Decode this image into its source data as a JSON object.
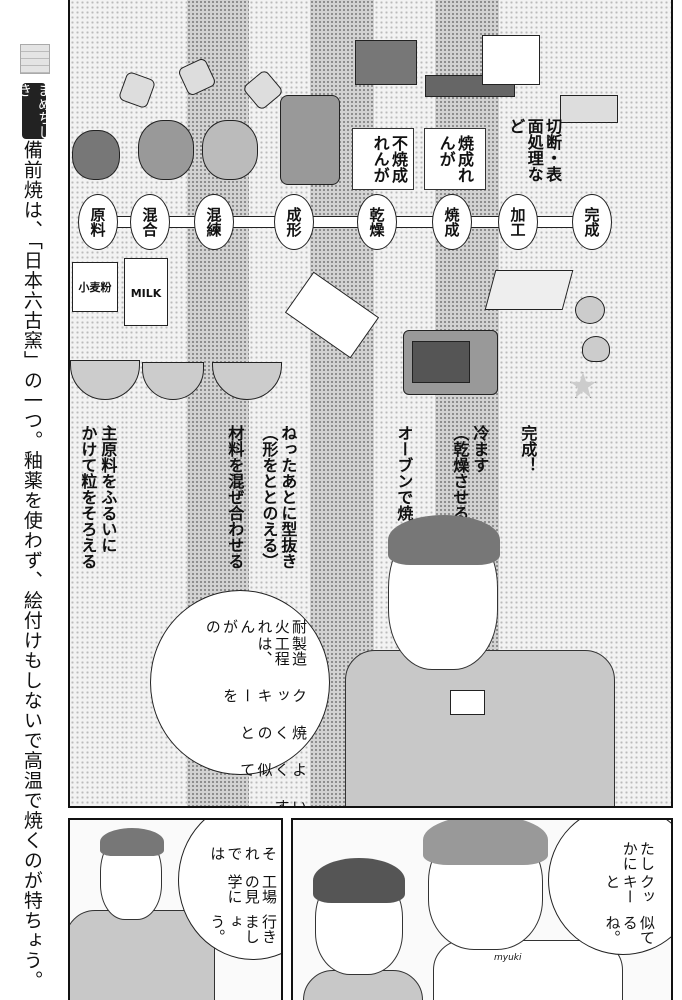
{
  "sidebar": {
    "badge": "まめちしき",
    "text": "備前焼は、「日本六古窯」の一つ。釉薬を使わず、絵付けもしないで高温で焼くのが特ちょう。"
  },
  "flow": {
    "steps": [
      "原料",
      "混合",
      "混練",
      "成形",
      "乾燥",
      "焼成",
      "加工",
      "完成"
    ]
  },
  "brick_labels": {
    "unfired": "不焼成れんが",
    "fired": "焼成れんが",
    "processing": "切断・表面処理など"
  },
  "cookie_labels": {
    "flour": "小麦粉",
    "milk": "MILK"
  },
  "cookie_steps": {
    "sift_1": "主原料をふるいに",
    "sift_2": "かけて粒をそろえる",
    "mix": "材料を混ぜ合わせる",
    "cut_1": "ねったあとに型抜き",
    "cut_2": "（形をととのえる）",
    "bake": "オーブンで焼く",
    "cool_1": "冷ます",
    "cool_2": "（乾燥させる）",
    "done": "完成！"
  },
  "dialogue": {
    "staff_1": [
      "耐火れんがの",
      "製造工程は、",
      "クッキーを",
      "焼くのと",
      "よく似て",
      "います。"
    ],
    "staff_2": [
      "それでは",
      "工場の見学に",
      "行きましょう。"
    ],
    "girl": [
      "たしかに",
      "クッキーと",
      "似てるね。"
    ]
  },
  "shirt_text": "myuki"
}
